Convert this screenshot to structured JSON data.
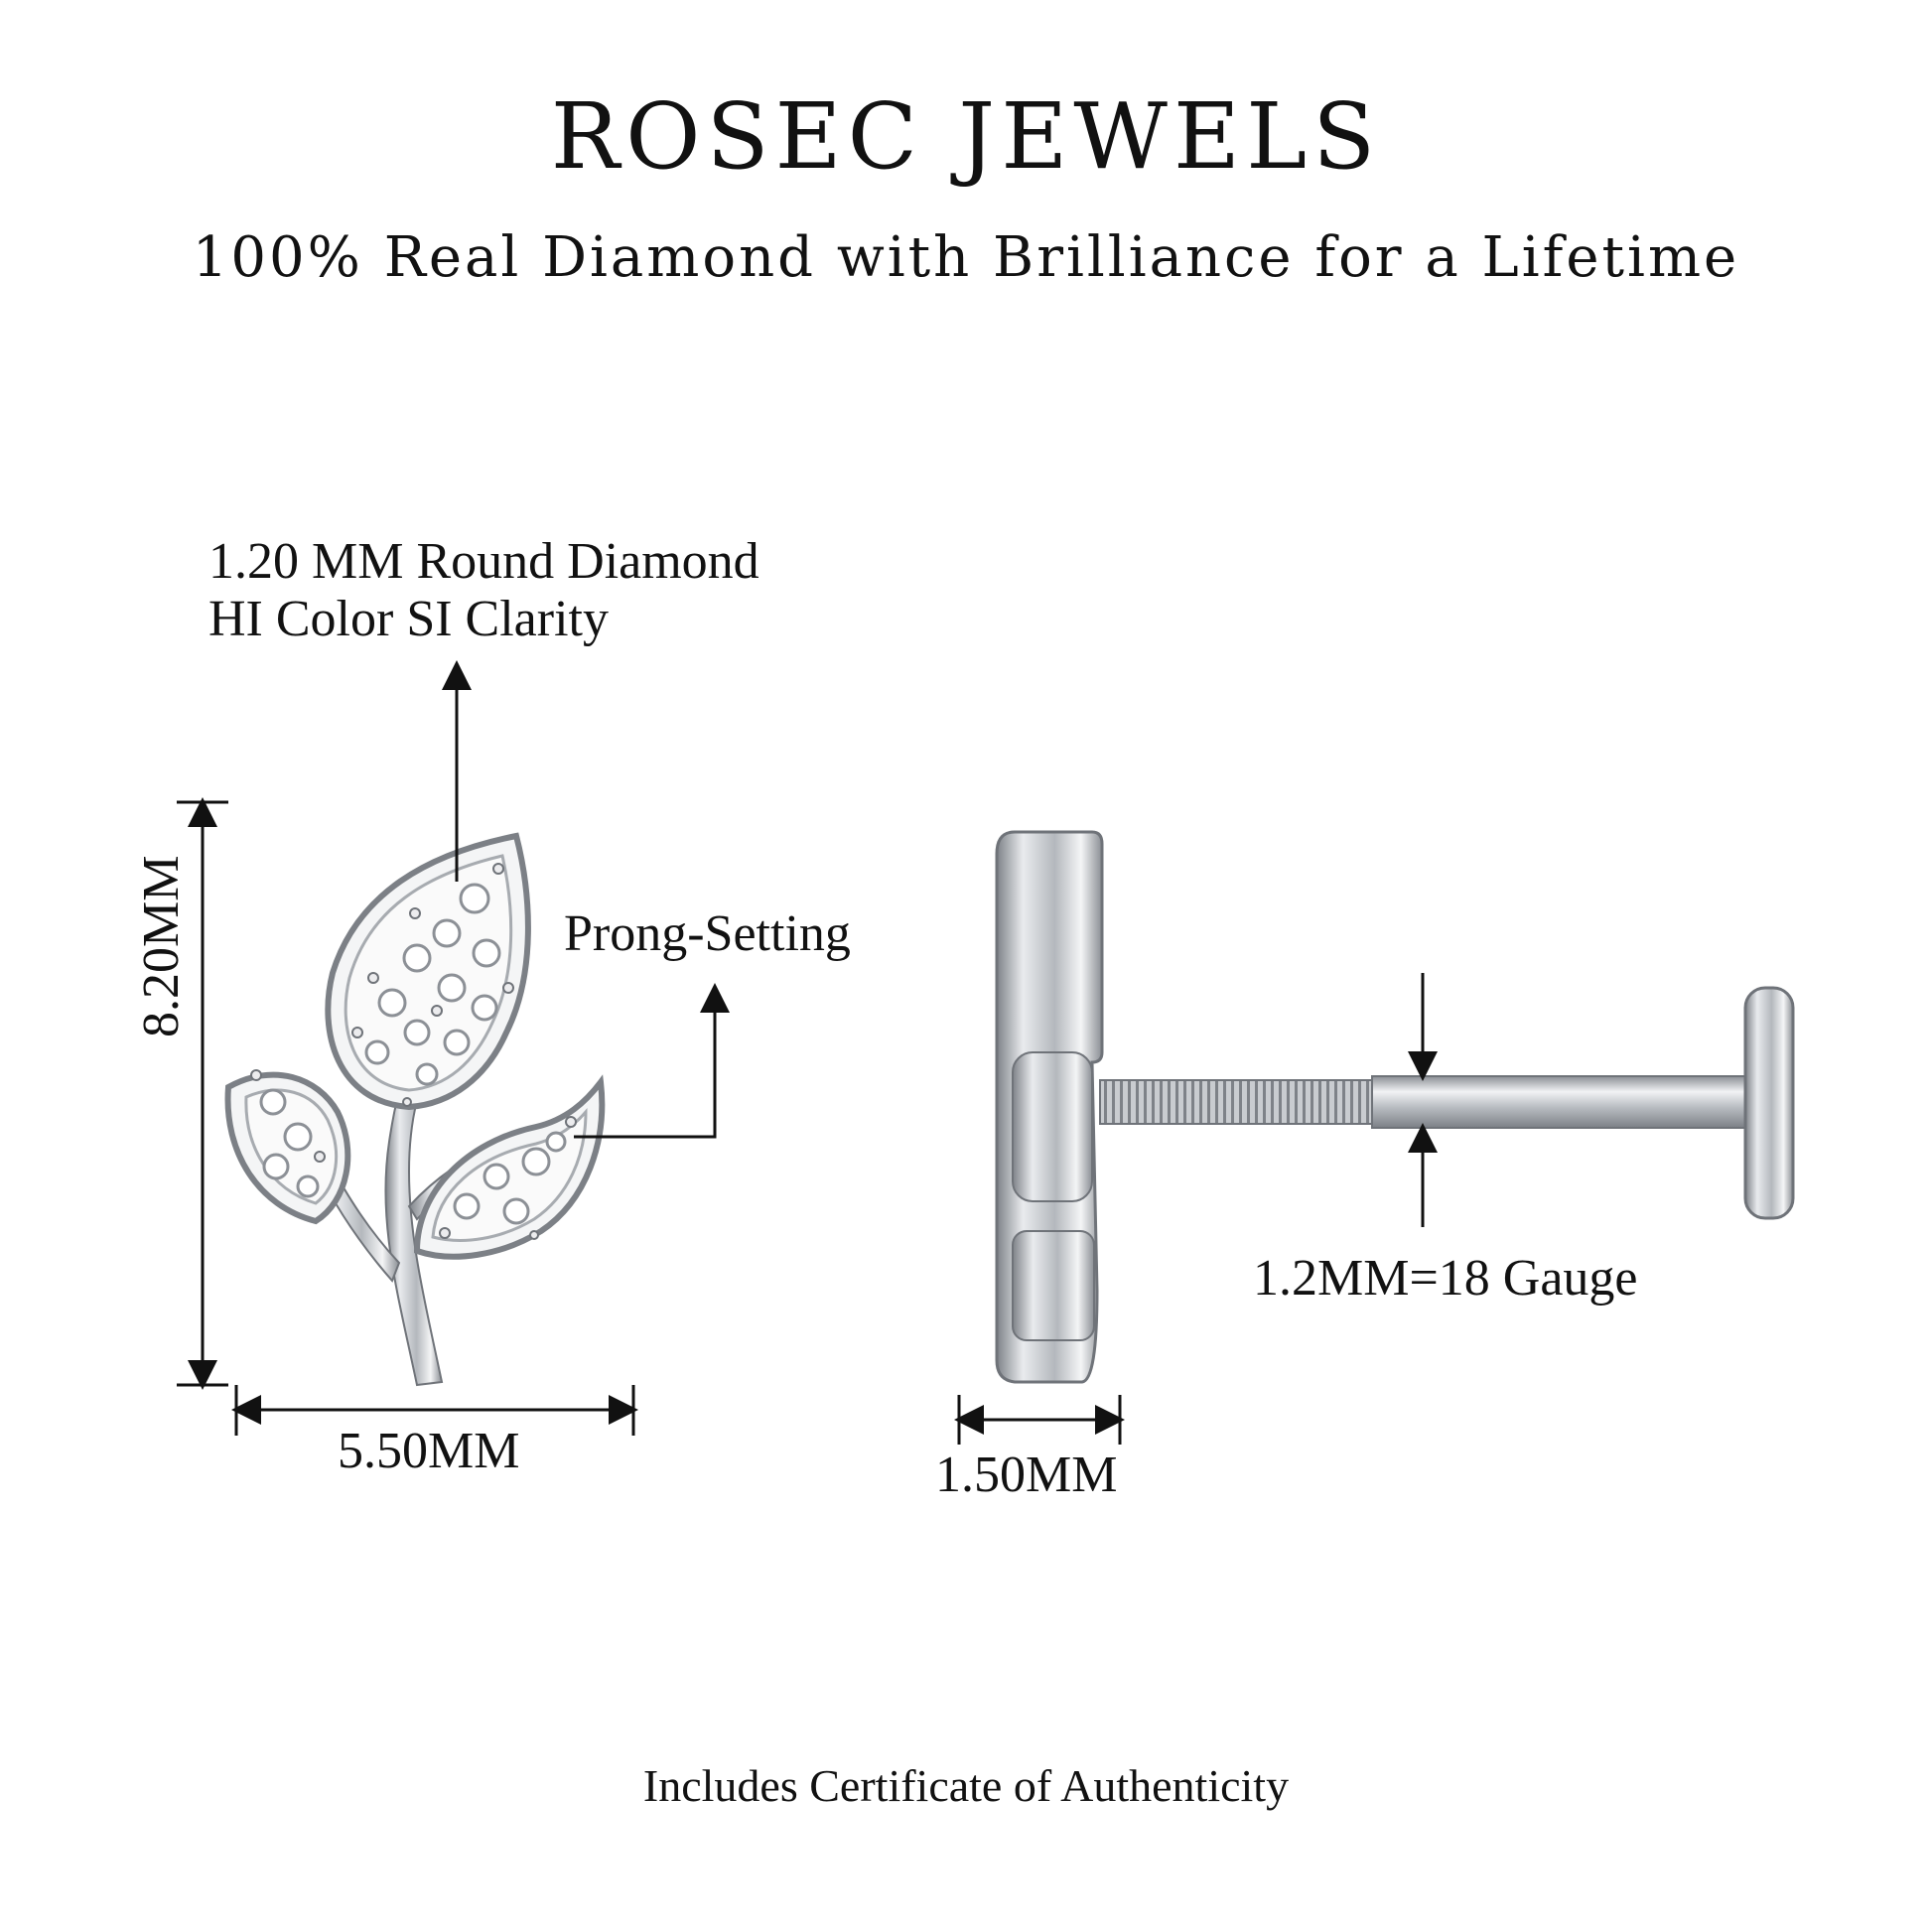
{
  "header": {
    "brand": "ROSEC JEWELS",
    "tagline": "100% Real Diamond with Brilliance for a Lifetime"
  },
  "annotations": {
    "diamond_line1": "1.20 MM Round Diamond",
    "diamond_line2": "HI Color SI Clarity",
    "setting": "Prong-Setting",
    "height": "8.20MM",
    "width": "5.50MM",
    "thickness": "1.50MM",
    "gauge": "1.2MM=18 Gauge"
  },
  "footer": {
    "note": "Includes Certificate of Authenticity"
  },
  "colors": {
    "metal": "#c9ccd0",
    "metal_dark": "#8c9096",
    "line": "#111111",
    "background": "#ffffff"
  }
}
